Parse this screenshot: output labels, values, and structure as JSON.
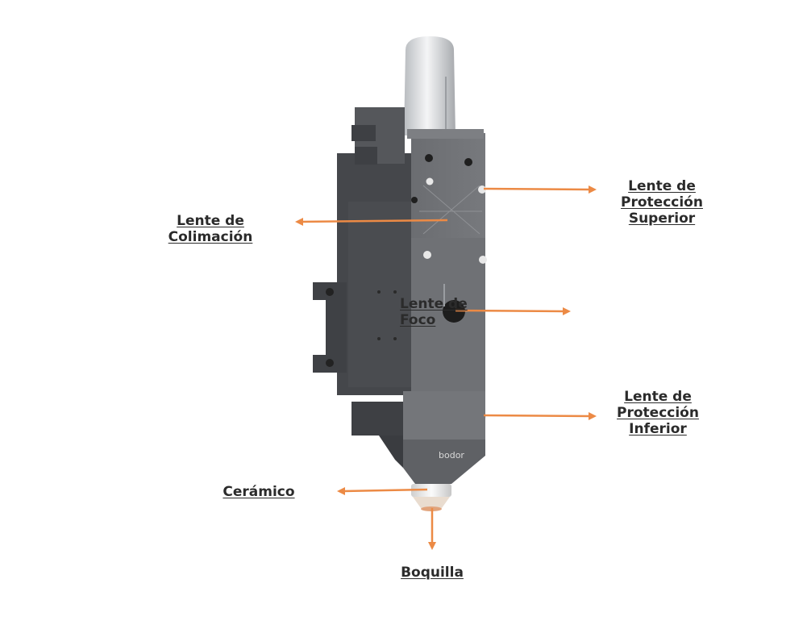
{
  "brand": {
    "logo_text": "bodor"
  },
  "colors": {
    "arrow": "#ec8a45",
    "label_text": "#2b2b2b",
    "body_dark": "#4c4e52",
    "body_mid": "#6a6c70",
    "body_light": "#7d7f83"
  },
  "labels": {
    "upper_protection": [
      "Lente de",
      "Protección",
      "Superior"
    ],
    "collimation": [
      "Lente de",
      "Colimación"
    ],
    "focus": [
      "Lente de",
      "Foco"
    ],
    "lower_protection": [
      "Lente de",
      "Protección",
      "Inferior"
    ],
    "ceramic": [
      "Cerámico"
    ],
    "nozzle": [
      "Boquilla"
    ]
  }
}
